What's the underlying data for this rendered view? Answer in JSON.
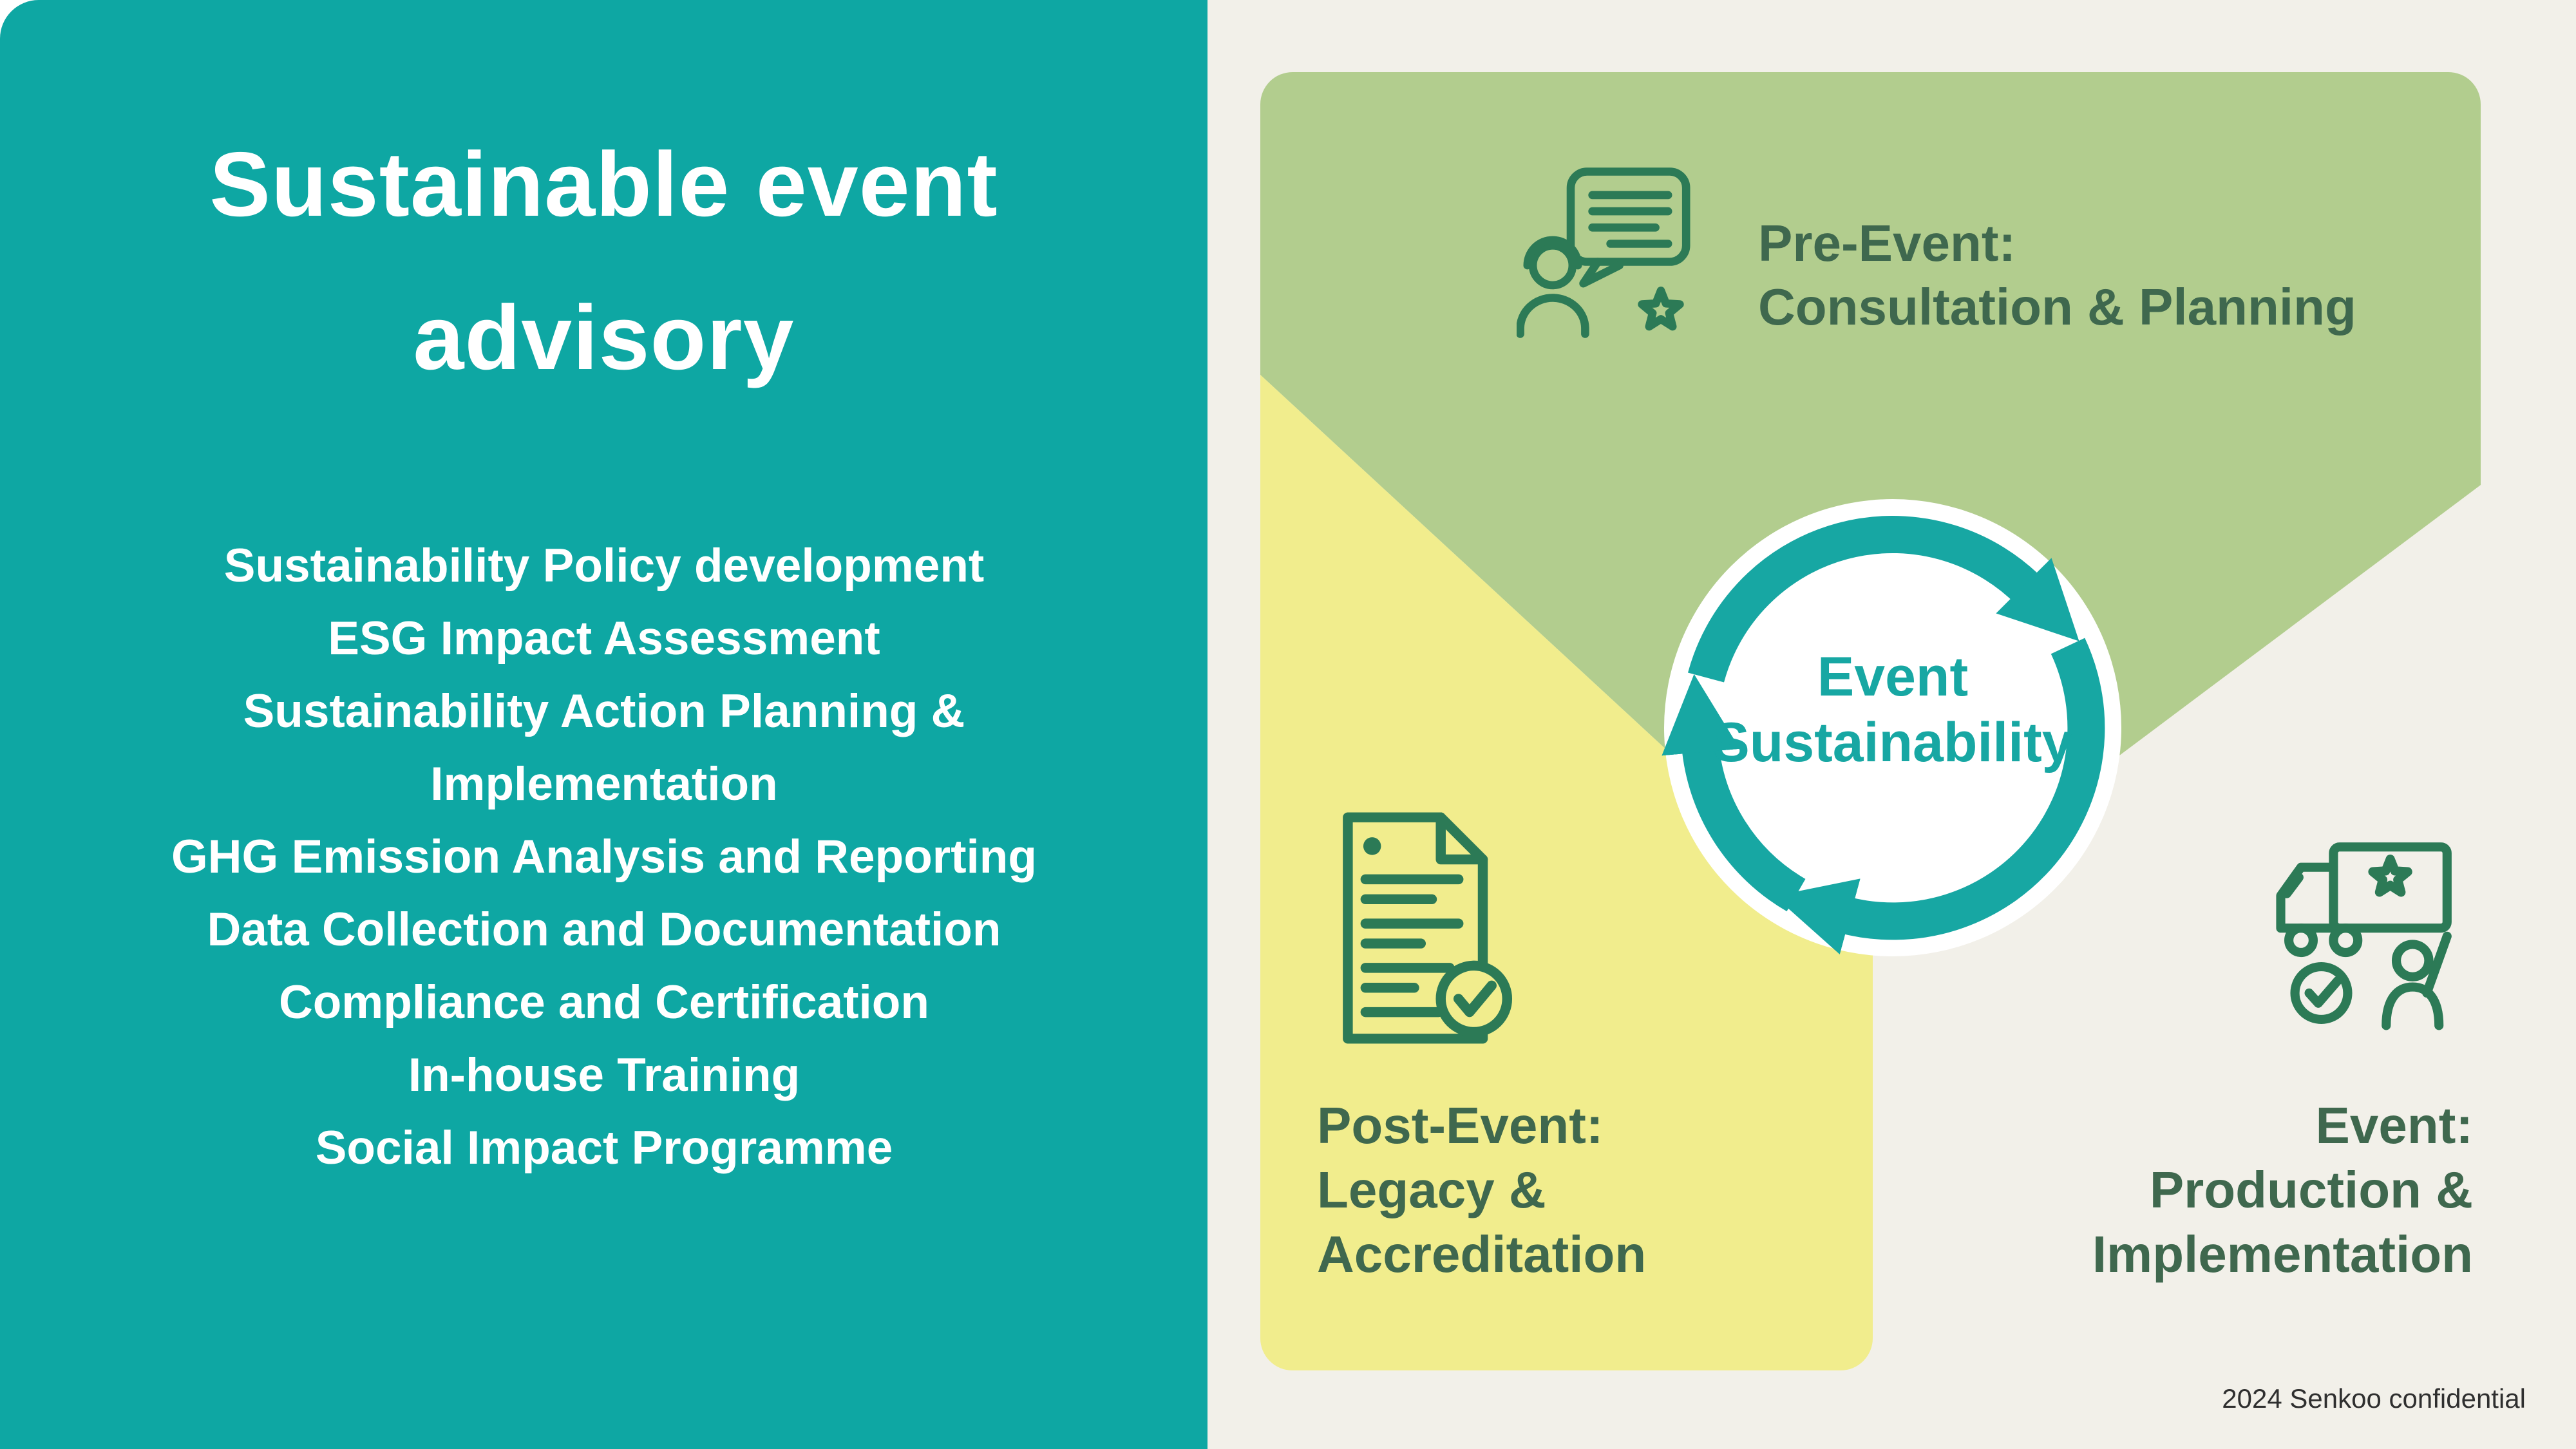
{
  "left_panel": {
    "title_line1": "Sustainable event",
    "title_line2": "advisory",
    "services": [
      "Sustainability Policy development",
      "ESG Impact Assessment",
      "Sustainability Action Planning & Implementation",
      "GHG Emission Analysis and Reporting",
      "Data Collection and Documentation",
      "Compliance and Certification",
      "In-house Training",
      "Social Impact Programme"
    ]
  },
  "diagram": {
    "center": {
      "line1": "Event",
      "line2": "Sustainability"
    },
    "pre": {
      "line1": "Pre-Event:",
      "line2": "Consultation & Planning",
      "icon": "consultation-icon"
    },
    "post": {
      "line1": "Post-Event:",
      "line2": "Legacy &",
      "line3": "Accreditation",
      "icon": "document-check-icon"
    },
    "event": {
      "line1": "Event:",
      "line2": "Production &",
      "line3": "Implementation",
      "icon": "truck-delivery-icon"
    }
  },
  "footer": {
    "text": "2024 Senkoo confidential"
  },
  "colors": {
    "teal": "#0EA7A3",
    "cream": "#F2F0E9",
    "stage_green": "#B2CD8E",
    "stage_yellow": "#F1ED8D",
    "label_green": "#3F684E",
    "icon_green": "#2C7A56",
    "cycle_teal": "#17A7A3",
    "title_white": "#FFFFFF",
    "footer_text": "#2F2F2F"
  }
}
